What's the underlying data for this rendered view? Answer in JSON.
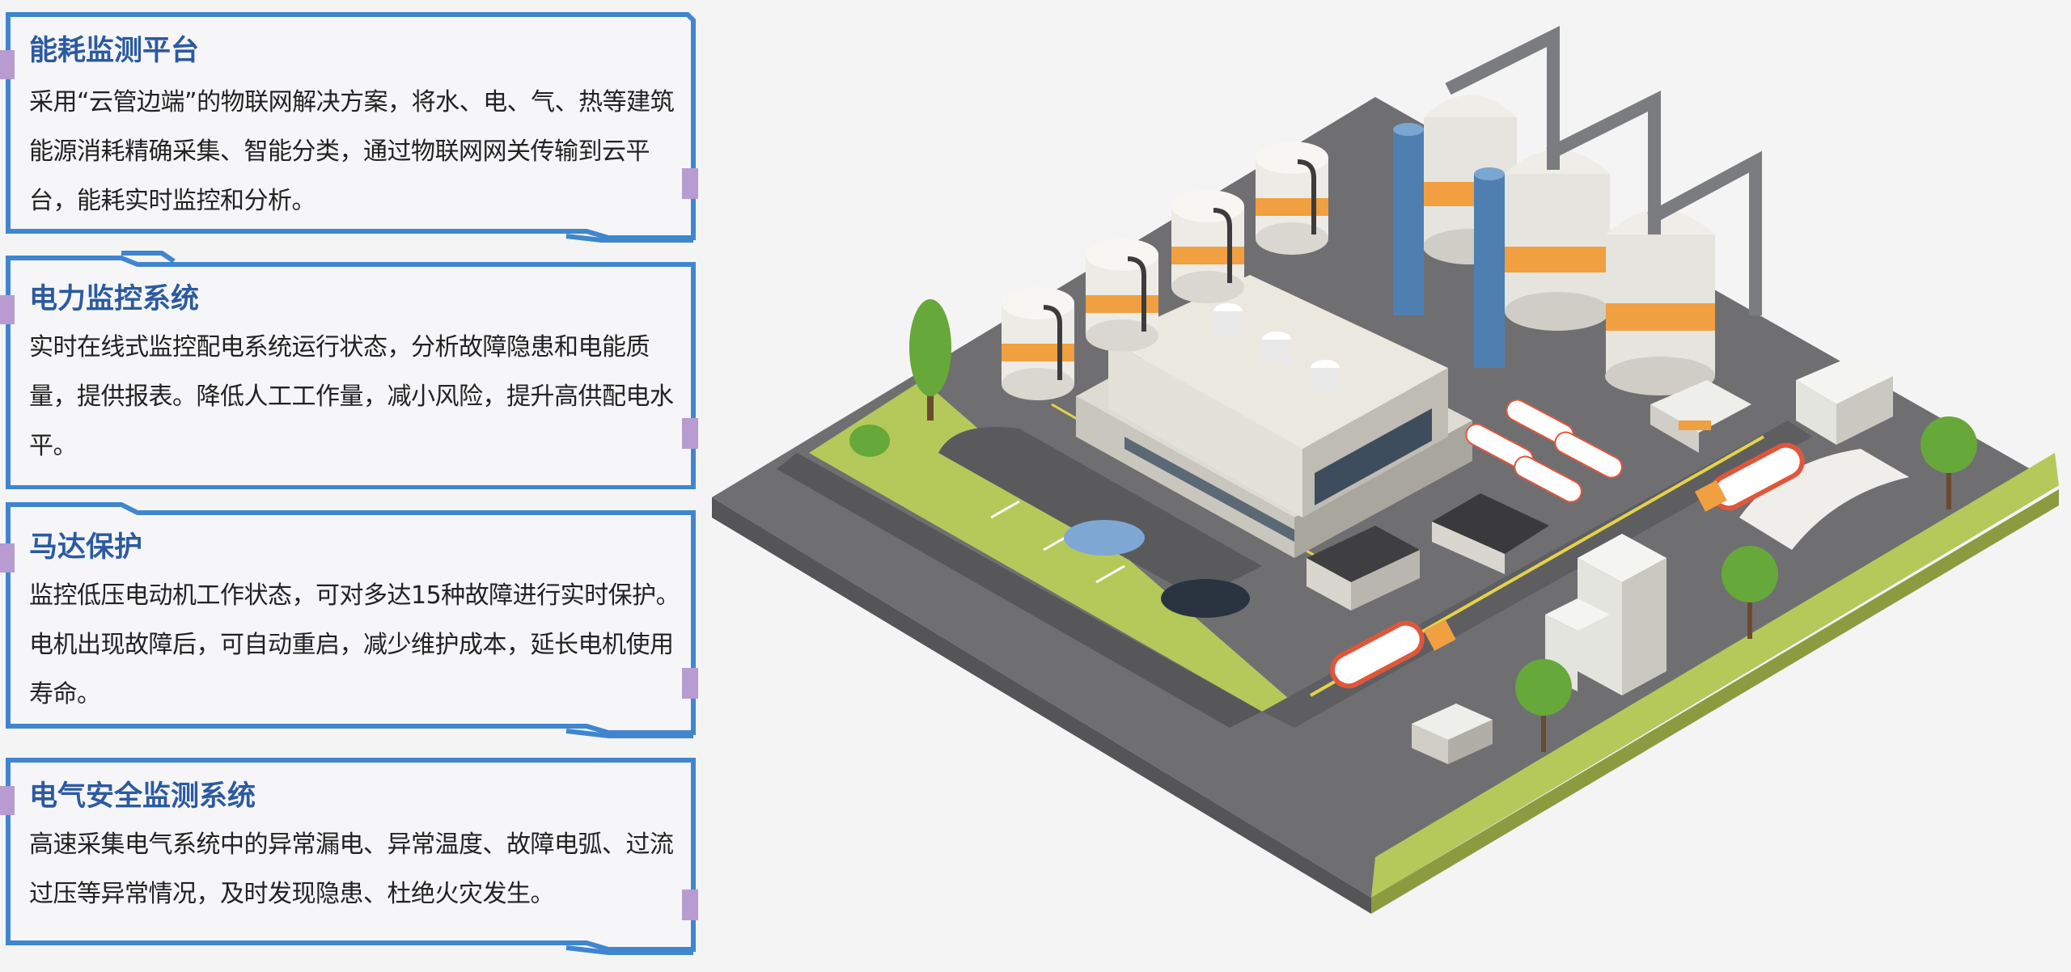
{
  "panels": [
    {
      "title": "能耗监测平台",
      "desc": "采用“云管边端”的物联网解决方案，将水、电、气、热等建筑能源消耗精确采集、智能分类，通过物联网网关传输到云平台，能耗实时监控和分析。"
    },
    {
      "title": "电力监控系统",
      "desc": "实时在线式监控配电系统运行状态，分析故障隐患和电能质量，提供报表。降低人工工作量，减小风险，提升高供配电水平。"
    },
    {
      "title": "马达保护",
      "desc": "监控低压电动机工作状态，可对多达15种故障进行实时保护。电机出现故障后，可自动重启，减少维护成本，延长电机使用寿命。"
    },
    {
      "title": "电气安全监测系统",
      "desc": "高速采集电气系统中的异常漏电、异常温度、故障电弧、过流过压等异常情况，及时发现隐患、杜绝火灾发生。"
    }
  ],
  "colors": {
    "frame_blue": "#3f86cf",
    "title_blue": "#2c5aa0",
    "tab_purple": "#b79bd1",
    "ground": "#6f6f72",
    "grass": "#b5c95a",
    "tank_orange": "#f0a040"
  }
}
